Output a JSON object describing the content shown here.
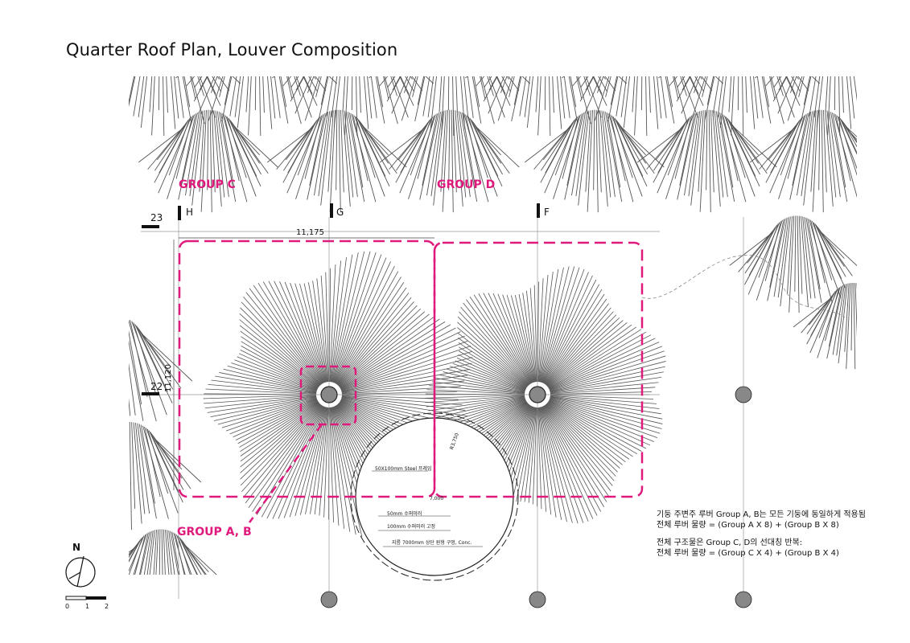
{
  "title": "Quarter Roof Plan, Louver Composition",
  "groups": {
    "c": "GROUP C",
    "d": "GROUP D",
    "ab": "GROUP A, B"
  },
  "axes": {
    "h": "H",
    "g": "G",
    "f": "F",
    "row23": "23",
    "row22": "22"
  },
  "dimensions": {
    "width": "11,175",
    "height": "11,120",
    "radius": "R3,750",
    "level": "7,000"
  },
  "annotations": {
    "steel_frame": "50X100mm Steel 프레임",
    "mirror": "50mm 수퍼미러",
    "mirror_fix": "100mm 수퍼미러 고정",
    "conc": "지름 7000mm 상단 원형 구멍, Conc."
  },
  "notes": {
    "line1": "기둥 주변주 루버 Group A, B는 모든 기둥에 동일하게 적용됨",
    "line2": "전체 루버 물량 = (Group A X 8) + (Group B X 8)",
    "line3": "전체 구조물은 Group C, D의 선대칭 반복:",
    "line4": "전체 루버 물량 = (Group C X 4) + (Group B X 4)"
  },
  "north": "N",
  "scale": [
    "0",
    "1",
    "2"
  ],
  "colors": {
    "accent": "#e0197d",
    "line": "#555555",
    "column": "#888888"
  }
}
